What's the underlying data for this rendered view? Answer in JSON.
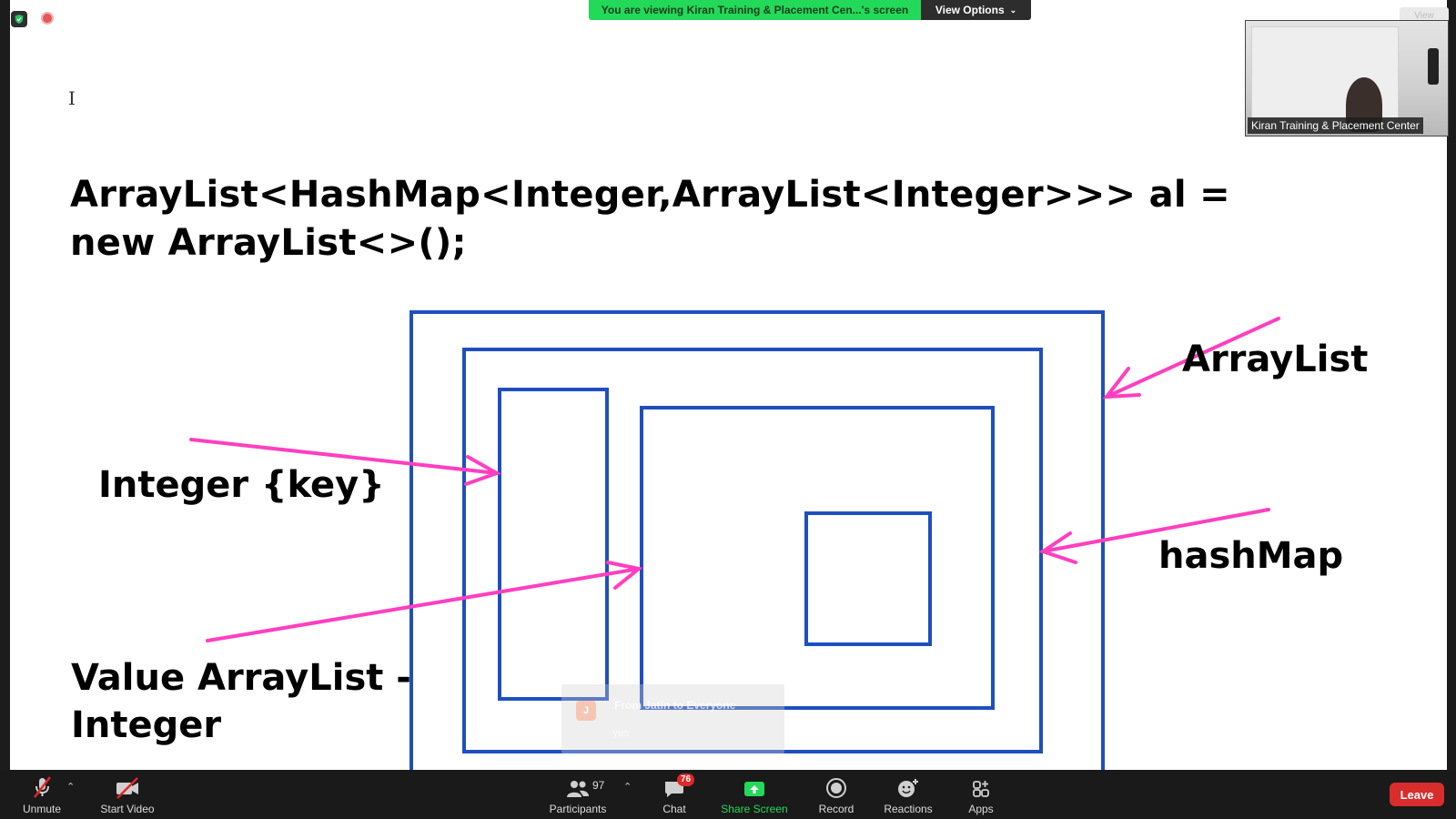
{
  "meeting": {
    "viewing_banner": "You are viewing Kiran Training & Placement Cen...'s screen",
    "view_options_label": "View Options",
    "view_corner_label": "View"
  },
  "video_tile": {
    "participant_name": "Kiran Training & Placement Center"
  },
  "slide": {
    "code_line_1": "ArrayList<HashMap<Integer,ArrayList<Integer>>> al =",
    "code_line_2": "new ArrayList<>();",
    "label_arraylist": "ArrayList",
    "label_hashmap": "hashMap",
    "label_integer_key": "Integer {key}",
    "label_value_line_1": "Value ArrayList -",
    "label_value_line_2": "Integer",
    "box_color": "#1f4fbf",
    "arrow_color": "#ff3fc0"
  },
  "chat_toast": {
    "avatar_initial": "J",
    "from": "From Jatin to Everyone",
    "message": "yes"
  },
  "toolbar": {
    "unmute_label": "Unmute",
    "start_video_label": "Start Video",
    "participants_label": "Participants",
    "participants_count": "97",
    "chat_label": "Chat",
    "chat_badge": "76",
    "share_screen_label": "Share Screen",
    "record_label": "Record",
    "reactions_label": "Reactions",
    "apps_label": "Apps",
    "leave_label": "Leave"
  },
  "colors": {
    "share_green": "#23d959",
    "leave_red": "#d92c2c",
    "toolbar_bg": "#1a1a1a"
  },
  "icons": [
    "shield-icon",
    "recording-icon",
    "mic-off-icon",
    "video-off-icon",
    "participants-icon",
    "chat-icon",
    "share-screen-icon",
    "record-icon",
    "reactions-icon",
    "apps-icon",
    "chevron-up-icon",
    "chevron-down-icon"
  ]
}
